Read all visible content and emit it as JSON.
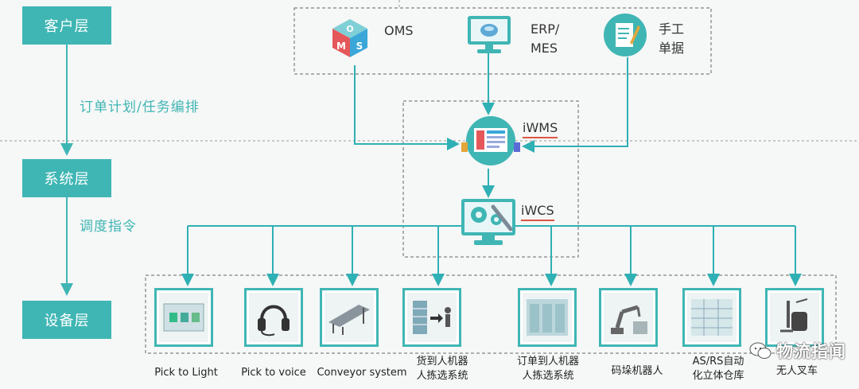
{
  "layers": {
    "customer": "客户层",
    "system": "系统层",
    "device": "设备层",
    "flow1": "订单计划/任务编排",
    "flow2": "调度指令"
  },
  "systems": {
    "oms_icon_letters": [
      "O",
      "M",
      "S"
    ],
    "oms": "OMS",
    "erp_line1": "ERP/",
    "erp_line2": "MES",
    "manual_line1": "手工",
    "manual_line2": "单据",
    "iwms": "iWMS",
    "iwcs": "iWCS"
  },
  "devices": [
    {
      "line1": "Pick to Light",
      "line2": "",
      "icon": "pick-to-light-icon"
    },
    {
      "line1": "Pick to voice",
      "line2": "",
      "icon": "headset-icon"
    },
    {
      "line1": "Conveyor system",
      "line2": "",
      "icon": "conveyor-icon"
    },
    {
      "line1": "货到人机器",
      "line2": "人拣选系统",
      "icon": "goods-to-person-icon"
    },
    {
      "line1": "订单到人机器",
      "line2": "人拣选系统",
      "icon": "order-to-person-icon"
    },
    {
      "line1": "码垛机器人",
      "line2": "",
      "icon": "palletizing-robot-icon"
    },
    {
      "line1": "AS/RS自动",
      "line2": "化立体仓库",
      "icon": "asrs-icon"
    },
    {
      "line1": "无人叉车",
      "line2": "",
      "icon": "agv-forklift-icon"
    }
  ],
  "watermark": "物流指闻",
  "colors": {
    "accent": "#3fb6b4",
    "line": "#2fb0b4",
    "text": "#333333"
  }
}
